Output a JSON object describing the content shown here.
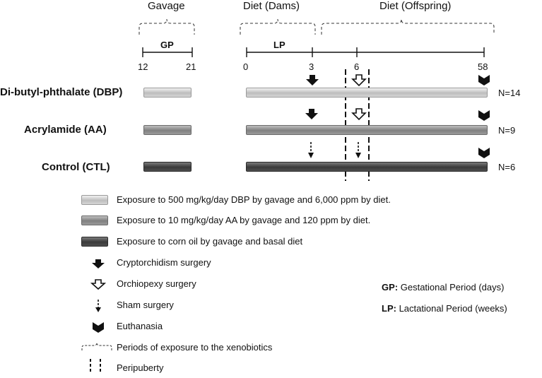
{
  "headers": {
    "gavage": "Gavage",
    "diet_dams": "Diet (Dams)",
    "diet_offspring": "Diet (Offspring)"
  },
  "periods": {
    "gp": "GP",
    "lp": "LP"
  },
  "ticks": {
    "gp_start": "12",
    "gp_end": "21",
    "week_0": "0",
    "week_3": "3",
    "week_6": "6",
    "week_58": "58"
  },
  "groups": [
    {
      "label": "Di-butyl-phthalate (DBP)",
      "n": "N=14"
    },
    {
      "label": "Acrylamide (AA)",
      "n": "N=9"
    },
    {
      "label": "Control (CTL)",
      "n": "N=6"
    }
  ],
  "legend": [
    "Exposure to 500 mg/kg/day DBP by gavage and 6,000 ppm by diet.",
    "Exposure to 10 mg/kg/day AA by gavage and 120 ppm by diet.",
    "Exposure to corn oil by gavage and basal diet",
    "Cryptorchidism surgery",
    "Orchiopexy surgery",
    "Sham surgery",
    "Euthanasia",
    "Periods of exposure to the xenobiotics",
    "Peripuberty"
  ],
  "abbreviations": [
    {
      "key": "GP:",
      "text": "Gestational Period (days)"
    },
    {
      "key": "LP:",
      "text": "Lactational Period (weeks)"
    }
  ],
  "colors": {
    "dbp_bar": "#c8c8c8",
    "aa_bar": "#8c8c8c",
    "ctl_bar": "#444444"
  }
}
